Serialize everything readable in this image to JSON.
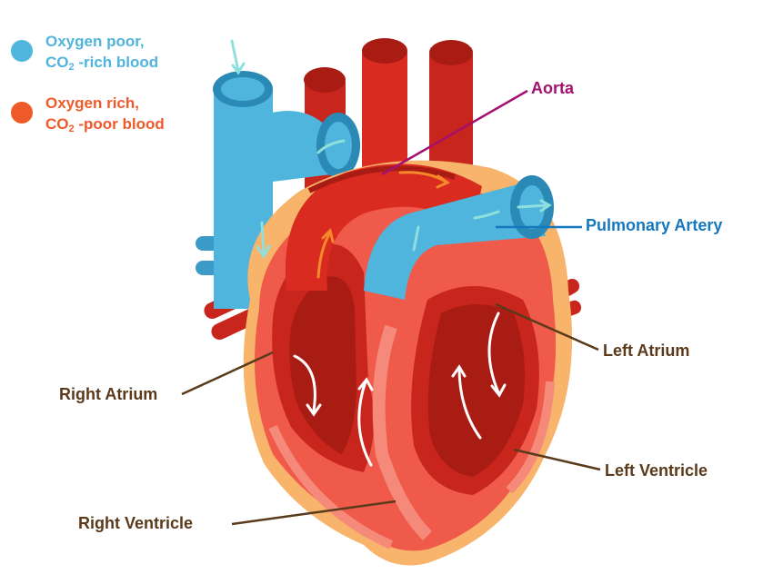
{
  "legend": {
    "poor": {
      "line1": "Oxygen poor,",
      "line2_pre": "CO",
      "line2_sub": "2",
      "line2_post": " -rich blood",
      "color": "#4fb5dd"
    },
    "rich": {
      "line1": "Oxygen rich,",
      "line2_pre": "CO",
      "line2_sub": "2",
      "line2_post": " -poor blood",
      "color": "#ef5a2b"
    }
  },
  "labels": {
    "aorta": {
      "text": "Aorta",
      "color": "#a3106e"
    },
    "pulmonary_artery": {
      "text": "Pulmonary Artery",
      "color": "#1578bf"
    },
    "left_atrium": {
      "text": "Left Atrium",
      "color": "#5a3a1a"
    },
    "right_atrium": {
      "text": "Right Atrium",
      "color": "#5a3a1a"
    },
    "left_ventricle": {
      "text": "Left Ventricle",
      "color": "#5a3a1a"
    },
    "right_ventricle": {
      "text": "Right Ventricle",
      "color": "#5a3a1a"
    }
  },
  "colors": {
    "vessel_blue": "#4fb5dd",
    "vessel_blue_dark": "#2a8ab5",
    "vessel_red": "#d92b1f",
    "vessel_red_dark": "#a81c14",
    "muscle": "#ef5a4a",
    "muscle_light": "#f58a7a",
    "fat": "#f7b46a",
    "flow_orange": "#f58a2a",
    "flow_teal": "#8fe0dd"
  }
}
